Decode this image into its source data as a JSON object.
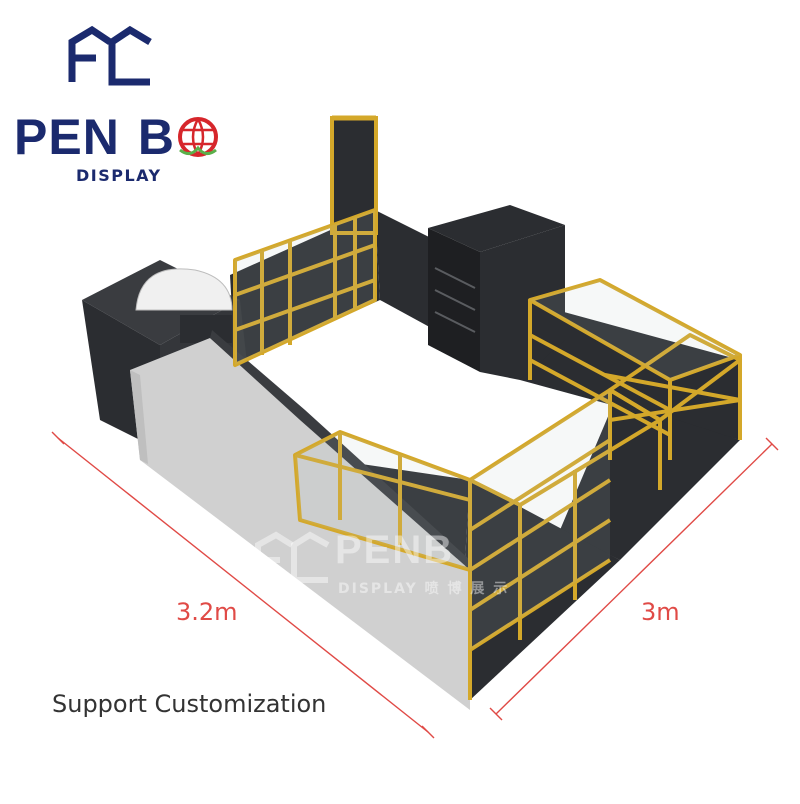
{
  "brand": {
    "name": "PENBO",
    "name_left": "PEN",
    "name_right": "B",
    "subtitle": "DISPLAY"
  },
  "dimensions": {
    "left_length": "3.2m",
    "right_length": "3m"
  },
  "caption": "Support Customization",
  "watermark": {
    "name": "PENB",
    "subtitle": "DISPLAY 喷 博 展 示"
  },
  "colors": {
    "brand_navy": "#1b2a6e",
    "brand_red": "#d6262b",
    "brand_green": "#5ab04a",
    "dimension_red": "#e04a46",
    "gold_frame": "#d4a82a",
    "cabinet_dark": "#2b2d31",
    "panel_grey": "#d0d0d0"
  }
}
